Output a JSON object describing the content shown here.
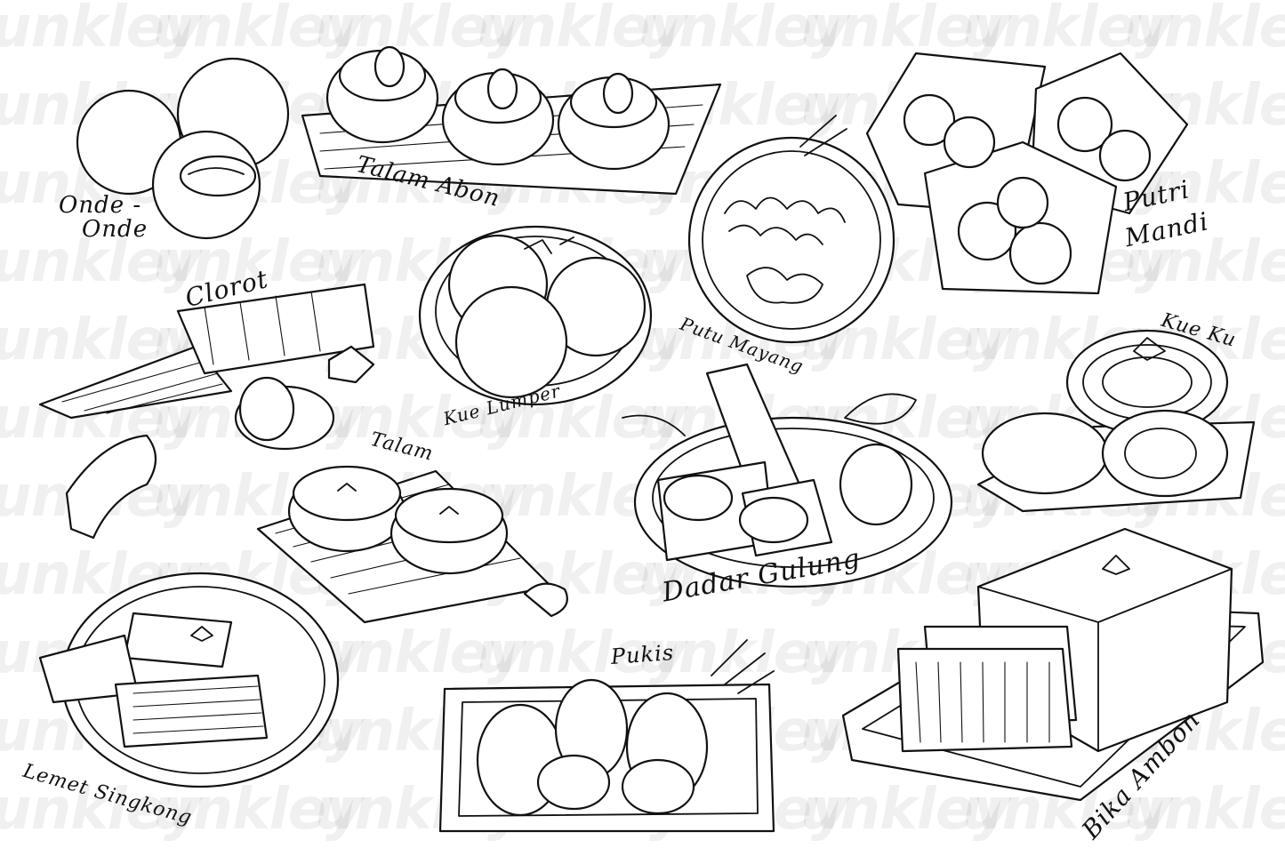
{
  "watermark": {
    "text": "unkley"
  },
  "items": [
    {
      "key": "onde_onde",
      "name_line1": "Onde -",
      "name_line2": "Onde"
    },
    {
      "key": "talam_abon",
      "name": "Talam Abon"
    },
    {
      "key": "putri_mandi",
      "name_line1": "Putri",
      "name_line2": "Mandi"
    },
    {
      "key": "clorot",
      "name": "Clorot"
    },
    {
      "key": "kue_lumper",
      "name": "Kue Lumper"
    },
    {
      "key": "putu_mayang",
      "name": "Putu Mayang"
    },
    {
      "key": "kue_ku",
      "name": "Kue Ku"
    },
    {
      "key": "talam",
      "name": "Talam"
    },
    {
      "key": "dadar_gulung",
      "name": "Dadar Gulung"
    },
    {
      "key": "lemet_singkong",
      "name": "Lemet Singkong"
    },
    {
      "key": "pukis",
      "name": "Pukis"
    },
    {
      "key": "bika_ambon",
      "name": "Bika Ambon"
    }
  ],
  "colors": {
    "ink": "#111111",
    "paper": "#ffffff",
    "watermark": "#e9e9e9"
  }
}
